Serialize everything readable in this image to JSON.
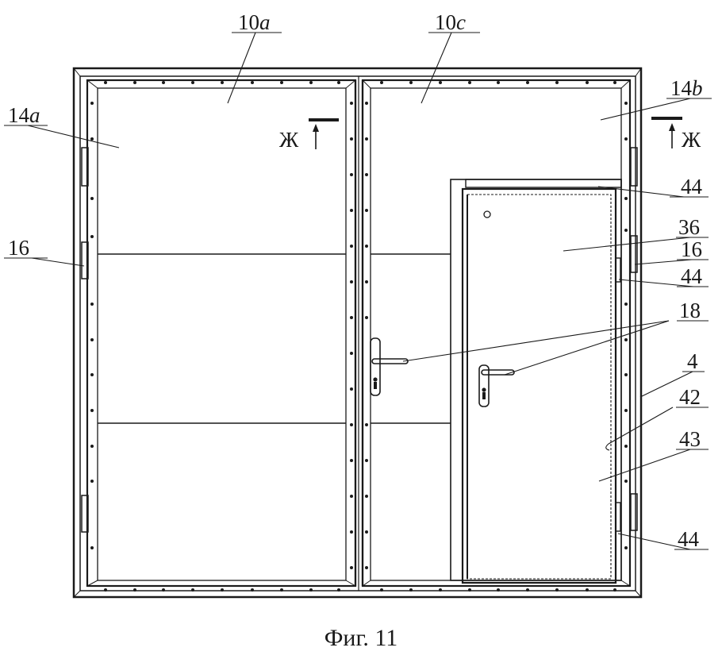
{
  "figure": {
    "caption": "Фиг. 11",
    "section_mark": "Ж",
    "labels": {
      "leaf_left_num": "10",
      "leaf_left_sfx": "a",
      "leaf_right_num": "10",
      "leaf_right_sfx": "c",
      "panel_left_num": "14",
      "panel_left_sfx": "a",
      "panel_right_num": "14",
      "panel_right_sfx": "b",
      "hinge_left": "16",
      "hinge_right": "16",
      "seal_top": "44",
      "seal_mid": "44",
      "seal_bottom": "44",
      "wicket_door": "36",
      "handles": "18",
      "frame": "4",
      "label_42": "42",
      "label_43": "43"
    }
  }
}
